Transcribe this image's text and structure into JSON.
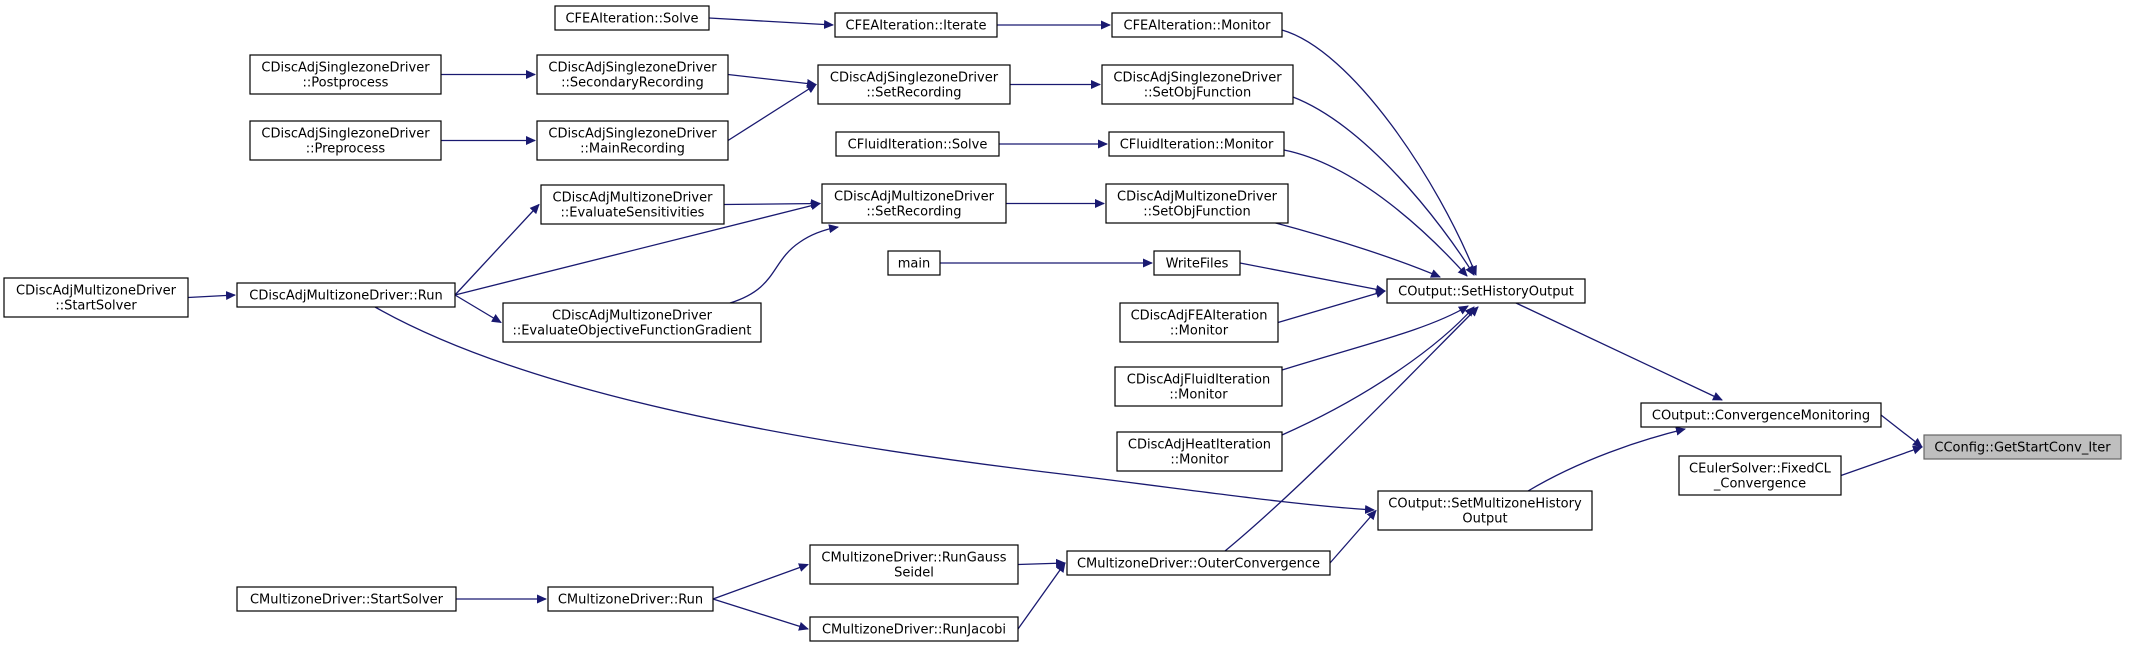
{
  "graph": {
    "edge_color": "#191970",
    "focus_fill": "#bfbfbf",
    "nodes": [
      {
        "id": "getstartconv",
        "lines": [
          "CConfig::GetStartConv_Iter"
        ],
        "focus": true
      },
      {
        "id": "convmon",
        "lines": [
          "COutput::ConvergenceMonitoring"
        ]
      },
      {
        "id": "fixedcl",
        "lines": [
          "CEulerSolver::FixedCL",
          "_Convergence"
        ]
      },
      {
        "id": "sethist",
        "lines": [
          "COutput::SetHistoryOutput"
        ]
      },
      {
        "id": "setmzhist",
        "lines": [
          "COutput::SetMultizoneHistory",
          "Output"
        ]
      },
      {
        "id": "fea_monitor",
        "lines": [
          "CFEAIteration::Monitor"
        ]
      },
      {
        "id": "sz_setobj",
        "lines": [
          "CDiscAdjSinglezoneDriver",
          "::SetObjFunction"
        ]
      },
      {
        "id": "fluid_monitor",
        "lines": [
          "CFluidIteration::Monitor"
        ]
      },
      {
        "id": "mz_setobj",
        "lines": [
          "CDiscAdjMultizoneDriver",
          "::SetObjFunction"
        ]
      },
      {
        "id": "writefiles",
        "lines": [
          "WriteFiles"
        ]
      },
      {
        "id": "adjfea_monitor",
        "lines": [
          "CDiscAdjFEAIteration",
          "::Monitor"
        ]
      },
      {
        "id": "adjfluid_monitor",
        "lines": [
          "CDiscAdjFluidIteration",
          "::Monitor"
        ]
      },
      {
        "id": "adjheat_monitor",
        "lines": [
          "CDiscAdjHeatIteration",
          "::Monitor"
        ]
      },
      {
        "id": "outerconv",
        "lines": [
          "CMultizoneDriver::OuterConvergence"
        ]
      },
      {
        "id": "fea_iterate",
        "lines": [
          "CFEAIteration::Iterate"
        ]
      },
      {
        "id": "sz_setrec",
        "lines": [
          "CDiscAdjSinglezoneDriver",
          "::SetRecording"
        ]
      },
      {
        "id": "fluid_solve",
        "lines": [
          "CFluidIteration::Solve"
        ]
      },
      {
        "id": "mz_setrec",
        "lines": [
          "CDiscAdjMultizoneDriver",
          "::SetRecording"
        ]
      },
      {
        "id": "main",
        "lines": [
          "main"
        ]
      },
      {
        "id": "rungauss",
        "lines": [
          "CMultizoneDriver::RunGauss",
          "Seidel"
        ]
      },
      {
        "id": "runjacobi",
        "lines": [
          "CMultizoneDriver::RunJacobi"
        ]
      },
      {
        "id": "fea_solve",
        "lines": [
          "CFEAIteration::Solve"
        ]
      },
      {
        "id": "sz_secrec",
        "lines": [
          "CDiscAdjSinglezoneDriver",
          "::SecondaryRecording"
        ]
      },
      {
        "id": "sz_mainrec",
        "lines": [
          "CDiscAdjSinglezoneDriver",
          "::MainRecording"
        ]
      },
      {
        "id": "mz_evalsens",
        "lines": [
          "CDiscAdjMultizoneDriver",
          "::EvaluateSensitivities"
        ]
      },
      {
        "id": "mz_run",
        "lines": [
          "CDiscAdjMultizoneDriver::Run"
        ]
      },
      {
        "id": "mz_evalobjgrad",
        "lines": [
          "CDiscAdjMultizoneDriver",
          "::EvaluateObjectiveFunctionGradient"
        ]
      },
      {
        "id": "mzd_run",
        "lines": [
          "CMultizoneDriver::Run"
        ]
      },
      {
        "id": "sz_postproc",
        "lines": [
          "CDiscAdjSinglezoneDriver",
          "::Postprocess"
        ]
      },
      {
        "id": "sz_preproc",
        "lines": [
          "CDiscAdjSinglezoneDriver",
          "::Preprocess"
        ]
      },
      {
        "id": "mz_startsolver",
        "lines": [
          "CDiscAdjMultizoneDriver",
          "::StartSolver"
        ]
      },
      {
        "id": "mzd_startsolver",
        "lines": [
          "CMultizoneDriver::StartSolver"
        ]
      }
    ],
    "edges": [
      {
        "from": "convmon",
        "to": "getstartconv"
      },
      {
        "from": "fixedcl",
        "to": "getstartconv"
      },
      {
        "from": "sethist",
        "to": "convmon"
      },
      {
        "from": "setmzhist",
        "to": "convmon"
      },
      {
        "from": "fea_monitor",
        "to": "sethist"
      },
      {
        "from": "sz_setobj",
        "to": "sethist"
      },
      {
        "from": "fluid_monitor",
        "to": "sethist"
      },
      {
        "from": "mz_setobj",
        "to": "sethist"
      },
      {
        "from": "writefiles",
        "to": "sethist"
      },
      {
        "from": "adjfea_monitor",
        "to": "sethist"
      },
      {
        "from": "adjfluid_monitor",
        "to": "sethist"
      },
      {
        "from": "adjheat_monitor",
        "to": "sethist"
      },
      {
        "from": "outerconv",
        "to": "sethist"
      },
      {
        "from": "outerconv",
        "to": "setmzhist"
      },
      {
        "from": "mz_run",
        "to": "setmzhist"
      },
      {
        "from": "fea_iterate",
        "to": "fea_monitor"
      },
      {
        "from": "sz_setrec",
        "to": "sz_setobj"
      },
      {
        "from": "fluid_solve",
        "to": "fluid_monitor"
      },
      {
        "from": "mz_setrec",
        "to": "mz_setobj"
      },
      {
        "from": "main",
        "to": "writefiles"
      },
      {
        "from": "rungauss",
        "to": "outerconv"
      },
      {
        "from": "runjacobi",
        "to": "outerconv"
      },
      {
        "from": "fea_solve",
        "to": "fea_iterate"
      },
      {
        "from": "sz_secrec",
        "to": "sz_setrec"
      },
      {
        "from": "sz_mainrec",
        "to": "sz_setrec"
      },
      {
        "from": "mz_evalsens",
        "to": "mz_setrec"
      },
      {
        "from": "mz_run",
        "to": "mz_setrec"
      },
      {
        "from": "mz_evalobjgrad",
        "to": "mz_setrec"
      },
      {
        "from": "mzd_run",
        "to": "rungauss"
      },
      {
        "from": "mzd_run",
        "to": "runjacobi"
      },
      {
        "from": "sz_postproc",
        "to": "sz_secrec"
      },
      {
        "from": "sz_preproc",
        "to": "sz_mainrec"
      },
      {
        "from": "mz_run",
        "to": "mz_evalsens"
      },
      {
        "from": "mz_run",
        "to": "mz_evalobjgrad"
      },
      {
        "from": "mz_startsolver",
        "to": "mz_run"
      },
      {
        "from": "mzd_startsolver",
        "to": "mzd_run"
      }
    ]
  }
}
